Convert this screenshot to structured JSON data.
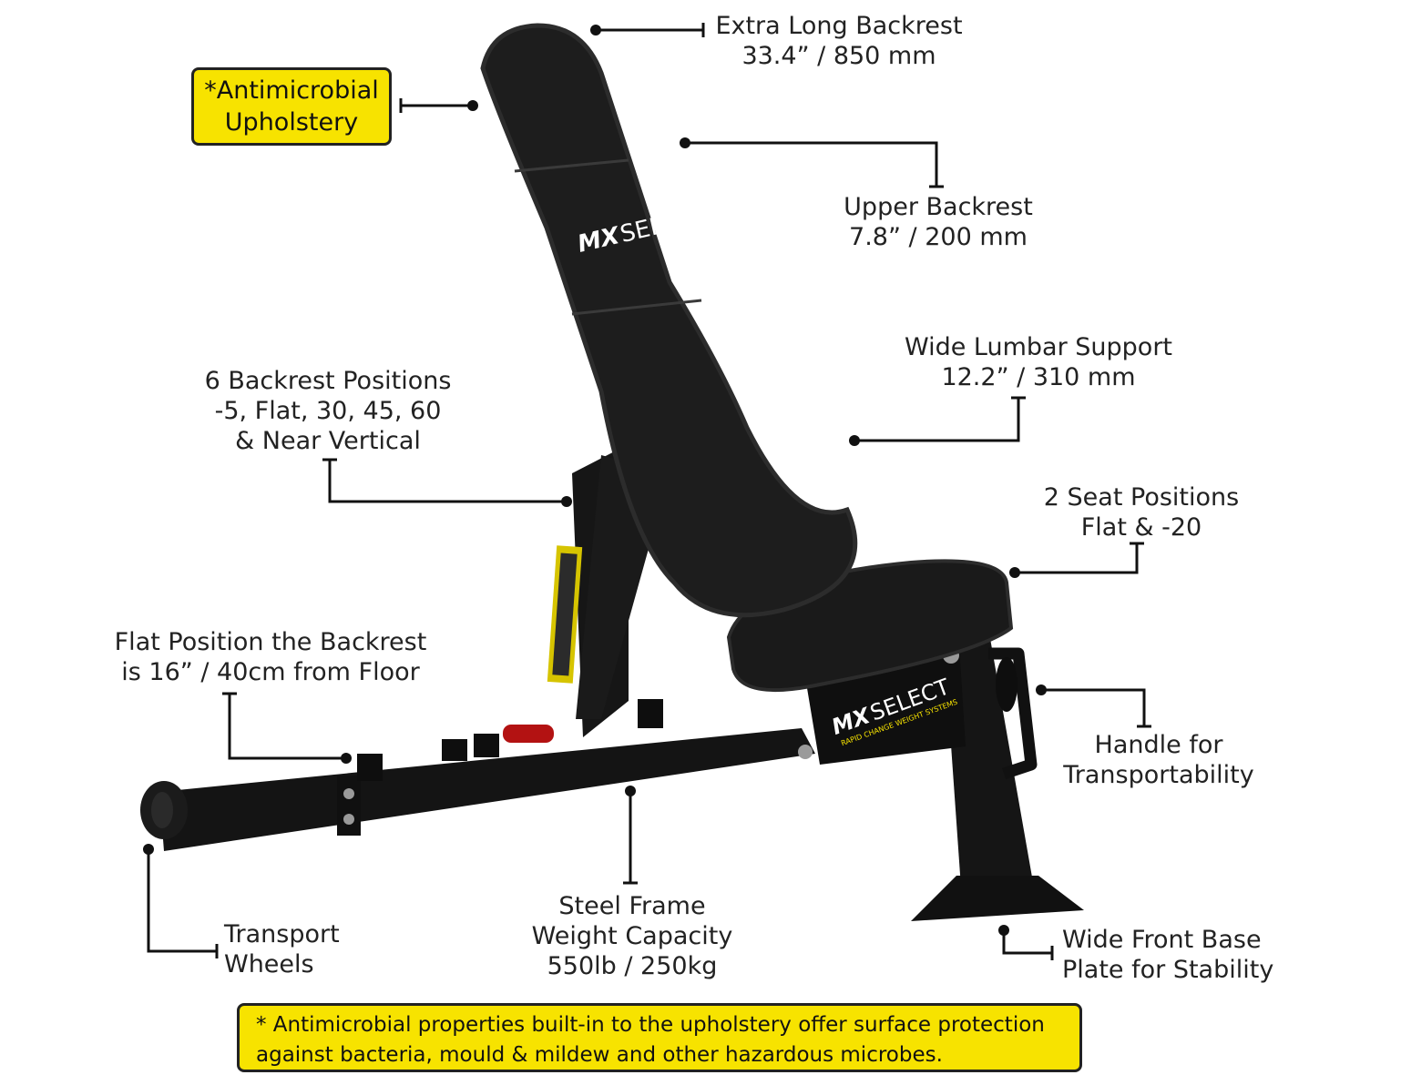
{
  "brand": {
    "logo_text": "MXSELECT",
    "logo_sub": "RAPID CHANGE WEIGHT SYSTEMS"
  },
  "colors": {
    "accent_yellow": "#f7e300",
    "frame_black": "#141414",
    "outline": "#222222"
  },
  "callouts": {
    "antimicrobial": {
      "line1": "*Antimicrobial",
      "line2": "Upholstery"
    },
    "extra_long_backrest": {
      "line1": "Extra Long Backrest",
      "line2": "33.4” / 850 mm"
    },
    "upper_backrest": {
      "line1": "Upper Backrest",
      "line2": "7.8” / 200 mm"
    },
    "wide_lumbar": {
      "line1": "Wide Lumbar Support",
      "line2": "12.2” / 310 mm"
    },
    "backrest_positions": {
      "line1": "6 Backrest Positions",
      "line2": "-5, Flat, 30, 45, 60",
      "line3": "& Near Vertical"
    },
    "seat_positions": {
      "line1": "2 Seat Positions",
      "line2": "Flat & -20"
    },
    "flat_position": {
      "line1": "Flat Position the Backrest",
      "line2": "is 16” / 40cm from Floor"
    },
    "handle": {
      "line1": "Handle for",
      "line2": "Transportability"
    },
    "transport_wheels": {
      "line1": "Transport",
      "line2": "Wheels"
    },
    "steel_frame": {
      "line1": "Steel Frame",
      "line2": "Weight Capacity",
      "line3": "550lb / 250kg"
    },
    "front_base": {
      "line1": "Wide Front Base",
      "line2": "Plate for Stability"
    }
  },
  "footnote": {
    "line1": "* Antimicrobial properties built-in to the upholstery offer surface protection",
    "line2": "against bacteria, mould & mildew and other hazardous microbes."
  }
}
